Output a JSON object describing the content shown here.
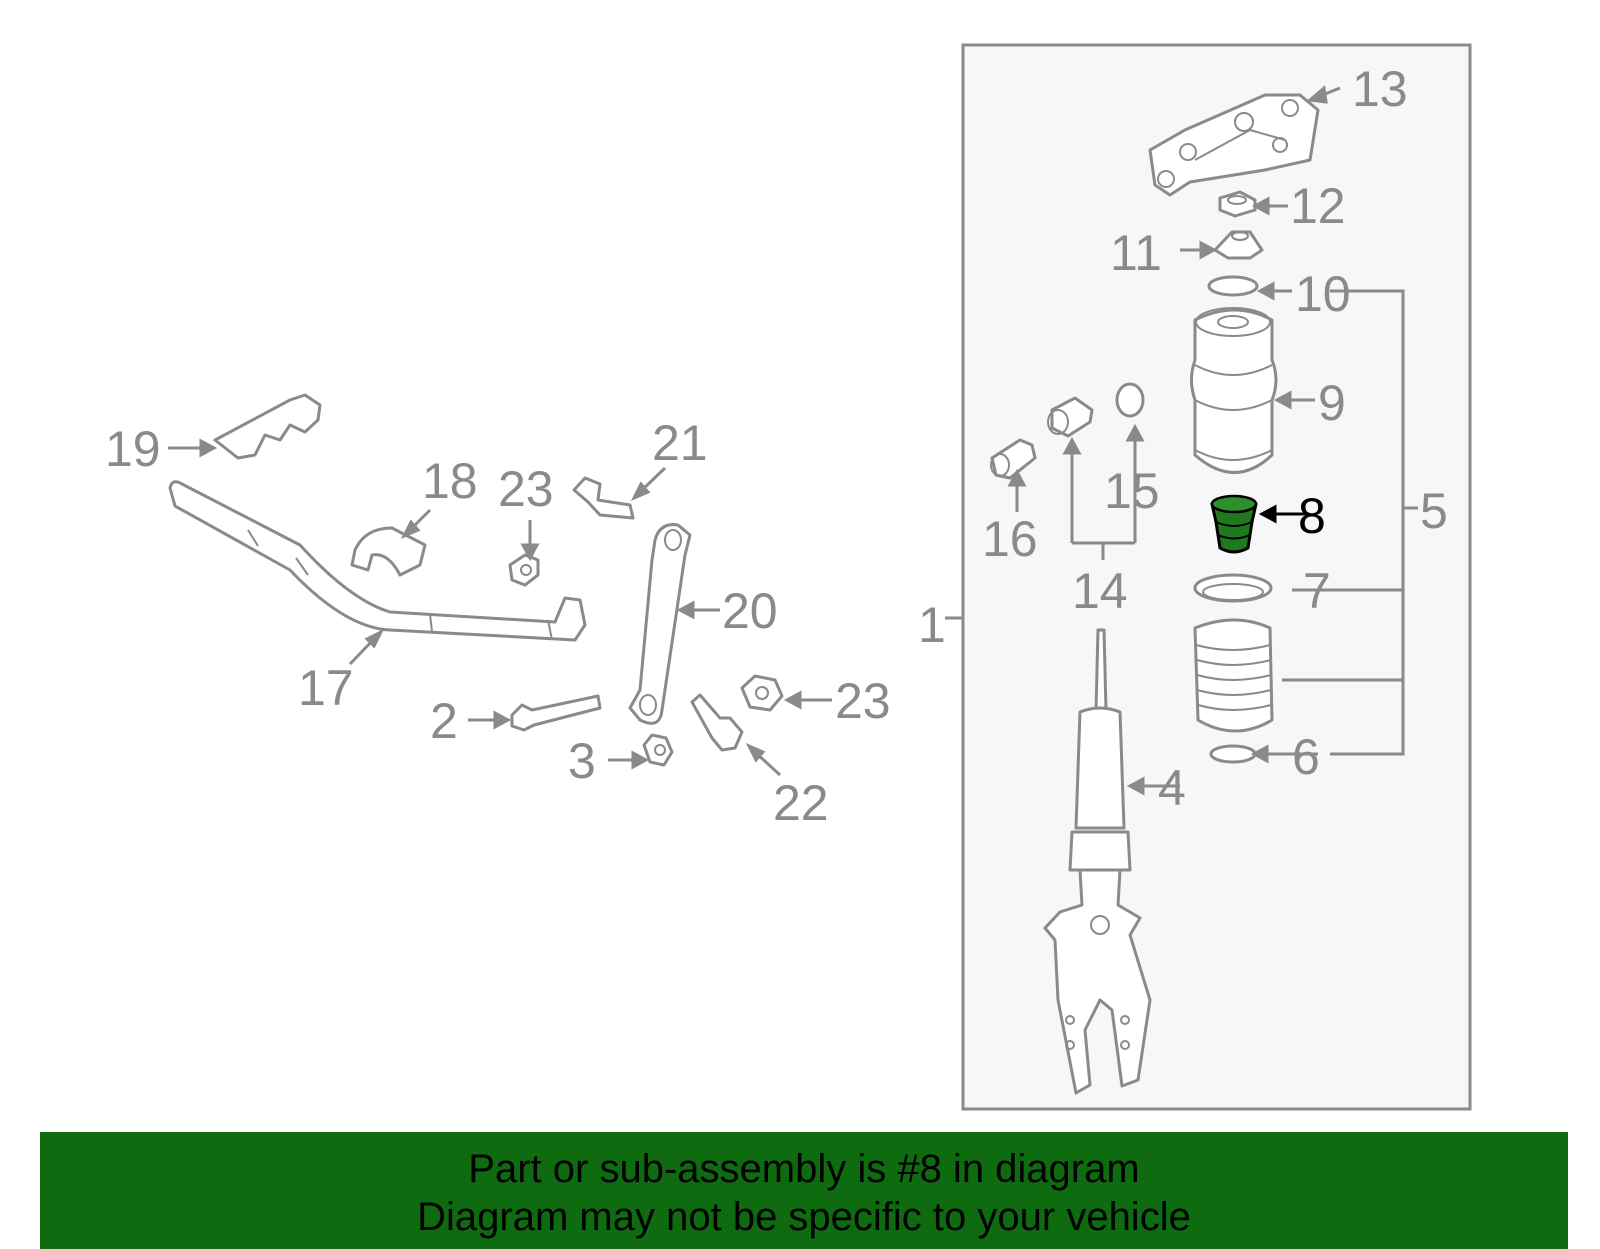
{
  "labels": {
    "l1": "1",
    "l2": "2",
    "l3": "3",
    "l4": "4",
    "l5": "5",
    "l6": "6",
    "l7": "7",
    "l8": "8",
    "l9": "9",
    "l10": "10",
    "l11": "11",
    "l12": "12",
    "l13": "13",
    "l14": "14",
    "l15": "15",
    "l16": "16",
    "l17": "17",
    "l18": "18",
    "l19": "19",
    "l20": "20",
    "l21": "21",
    "l22": "22",
    "l23a": "23",
    "l23b": "23"
  },
  "highlight": {
    "part_number": "8",
    "color": "#1f7a1f"
  },
  "banner": {
    "line1": "Part or sub-assembly is #8 in diagram",
    "line2": "Diagram may not be specific to your vehicle",
    "color": "#0f6b0f"
  }
}
